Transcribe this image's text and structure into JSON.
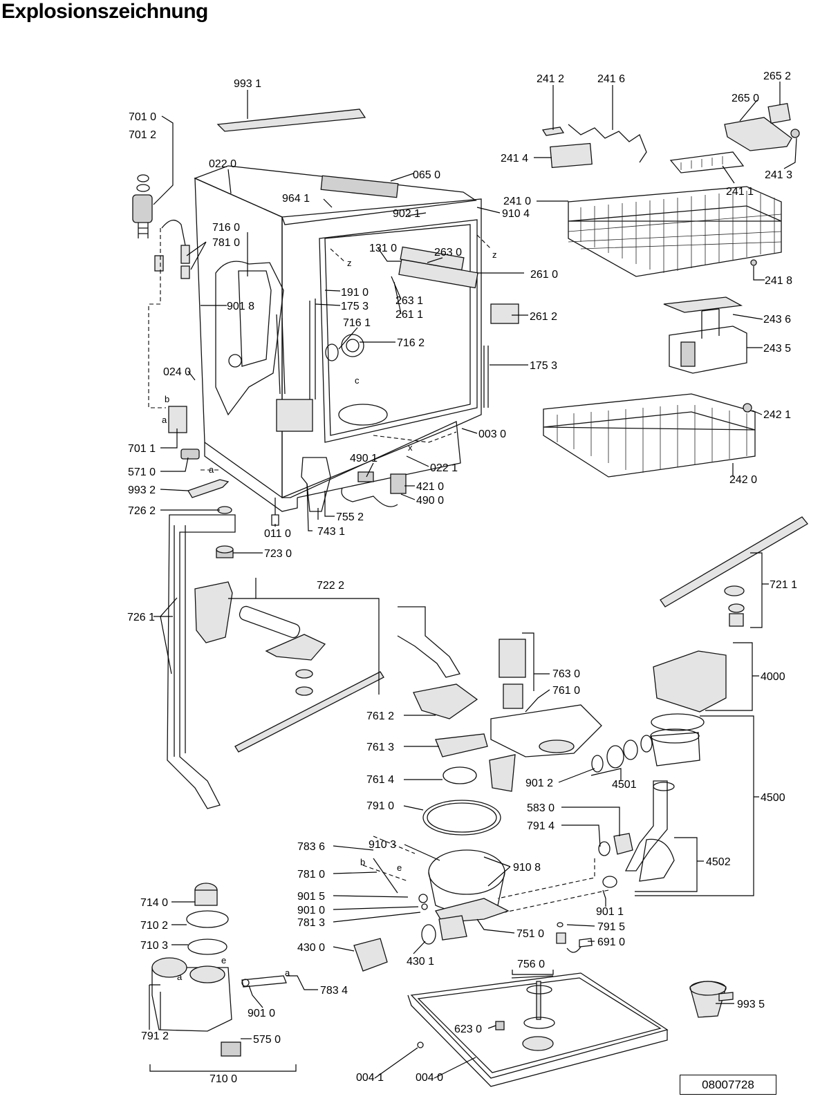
{
  "title": "Explosionszeichnung",
  "doc_number": "08007728",
  "labels": {
    "l_9931": "993 1",
    "l_7010": "701 0",
    "l_7012": "701 2",
    "l_0220": "022 0",
    "l_0650": "065 0",
    "l_9641": "964 1",
    "l_9021": "902 1",
    "l_9104": "910 4",
    "l_7160": "716 0",
    "l_7810a": "781 0",
    "l_1310": "131 0",
    "l_2630": "263 0",
    "l_2610": "261 0",
    "l_9018": "901 8",
    "l_1910": "191 0",
    "l_1753a": "175 3",
    "l_2631": "263 1",
    "l_2611": "261 1",
    "l_2612": "261 2",
    "l_7161": "716 1",
    "l_7162": "716 2",
    "l_1753b": "175 3",
    "l_0240": "024 0",
    "l_0030": "003 0",
    "l_7011": "701 1",
    "l_4901": "490 1",
    "l_0221": "022 1",
    "l_5710": "571 0",
    "l_4210": "421 0",
    "l_4900": "490 0",
    "l_9932": "993 2",
    "l_7552": "755 2",
    "l_7262": "726 2",
    "l_0110": "011 0",
    "l_7431": "743 1",
    "l_7230": "723 0",
    "l_7222": "722 2",
    "l_7261": "726 1",
    "l_2412": "241 2",
    "l_2416": "241 6",
    "l_2652": "265 2",
    "l_2650": "265 0",
    "l_2414": "241 4",
    "l_2413": "241 3",
    "l_2411": "241 1",
    "l_2410": "241 0",
    "l_2418": "241 8",
    "l_2436": "243 6",
    "l_2435": "243 5",
    "l_2421": "242 1",
    "l_2420": "242 0",
    "l_7211": "721 1",
    "l_7630": "763 0",
    "l_7610": "761 0",
    "l_4000": "4000",
    "l_7612": "761 2",
    "l_7613": "761 3",
    "l_9012": "901 2",
    "l_4501": "4501",
    "l_4500": "4500",
    "l_7614": "761 4",
    "l_7910": "791 0",
    "l_5830": "583 0",
    "l_7914": "791 4",
    "l_4502": "4502",
    "l_7836": "783 6",
    "l_9103": "910 3",
    "l_9108": "910 8",
    "l_7810b": "781 0",
    "l_9015": "901 5",
    "l_9010a": "901 0",
    "l_7813": "781 3",
    "l_9011": "901 1",
    "l_7915": "791 5",
    "l_7510": "751 0",
    "l_6910": "691 0",
    "l_4300": "430 0",
    "l_4301": "430 1",
    "l_7140": "714 0",
    "l_7102": "710 2",
    "l_7103": "710 3",
    "l_7834": "783 4",
    "l_9010b": "901 0",
    "l_7912": "791 2",
    "l_5750": "575 0",
    "l_7100": "710 0",
    "l_7560": "756 0",
    "l_6230": "623 0",
    "l_9935": "993 5",
    "l_0041": "004 1",
    "l_0040": "004 0",
    "m_a1": "a",
    "m_b1": "b",
    "m_a2": "a",
    "m_a3": "a",
    "m_x": "x",
    "m_z1": "z",
    "m_z2": "z",
    "m_c": "c",
    "m_b2": "b",
    "m_e1": "e",
    "m_e2": "e",
    "m_a4": "a"
  }
}
